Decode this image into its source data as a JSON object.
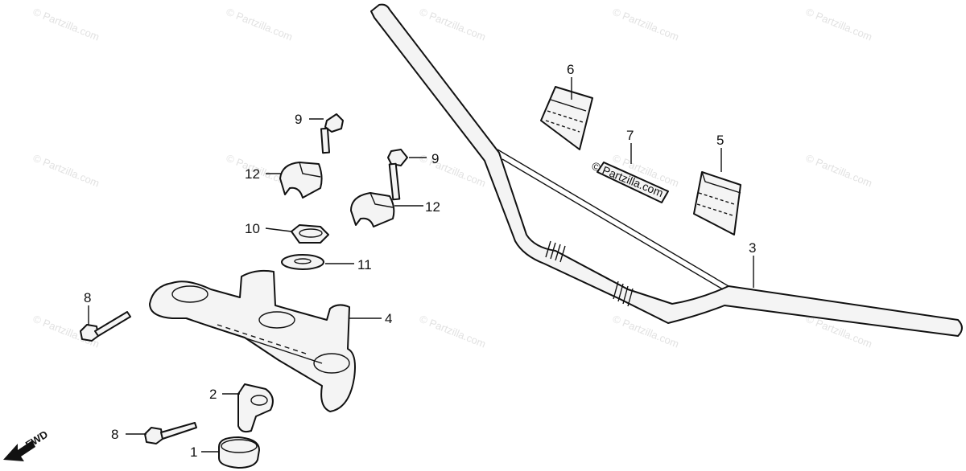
{
  "watermark": "© Partzilla.com",
  "fwd_label": "FWD",
  "stamp_text": "© Partzilla.com",
  "callouts": {
    "c1": "1",
    "c2": "2",
    "c3": "3",
    "c4": "4",
    "c5": "5",
    "c6": "6",
    "c7": "7",
    "c8a": "8",
    "c8b": "8",
    "c9a": "9",
    "c9b": "9",
    "c10": "10",
    "c11": "11",
    "c12a": "12",
    "c12b": "12"
  }
}
